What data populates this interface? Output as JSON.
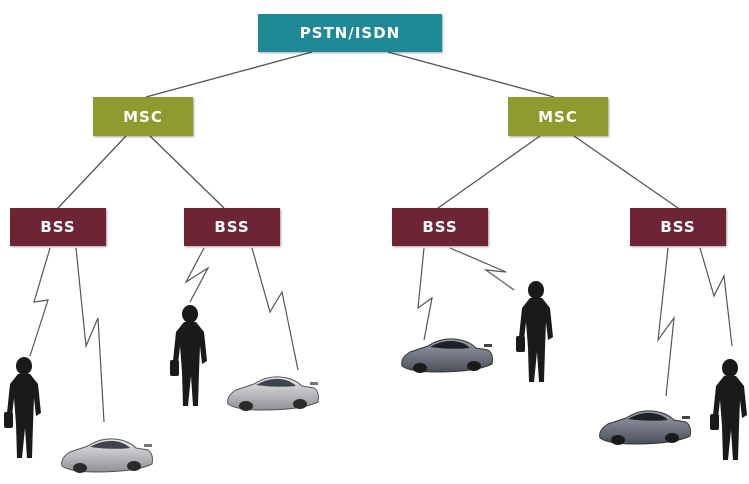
{
  "nodes": {
    "root": {
      "label": "PSTN/ISDN"
    },
    "msc_left": {
      "label": "MSC"
    },
    "msc_right": {
      "label": "MSC"
    },
    "bss": [
      {
        "label": "BSS"
      },
      {
        "label": "BSS"
      },
      {
        "label": "BSS"
      },
      {
        "label": "BSS"
      }
    ]
  },
  "colors": {
    "root": "#1f8a96",
    "msc": "#8e9b2e",
    "bss": "#6d2536",
    "link": "#555555"
  },
  "icons": [
    "person-with-bag-icon",
    "car-icon",
    "radio-link-icon"
  ]
}
